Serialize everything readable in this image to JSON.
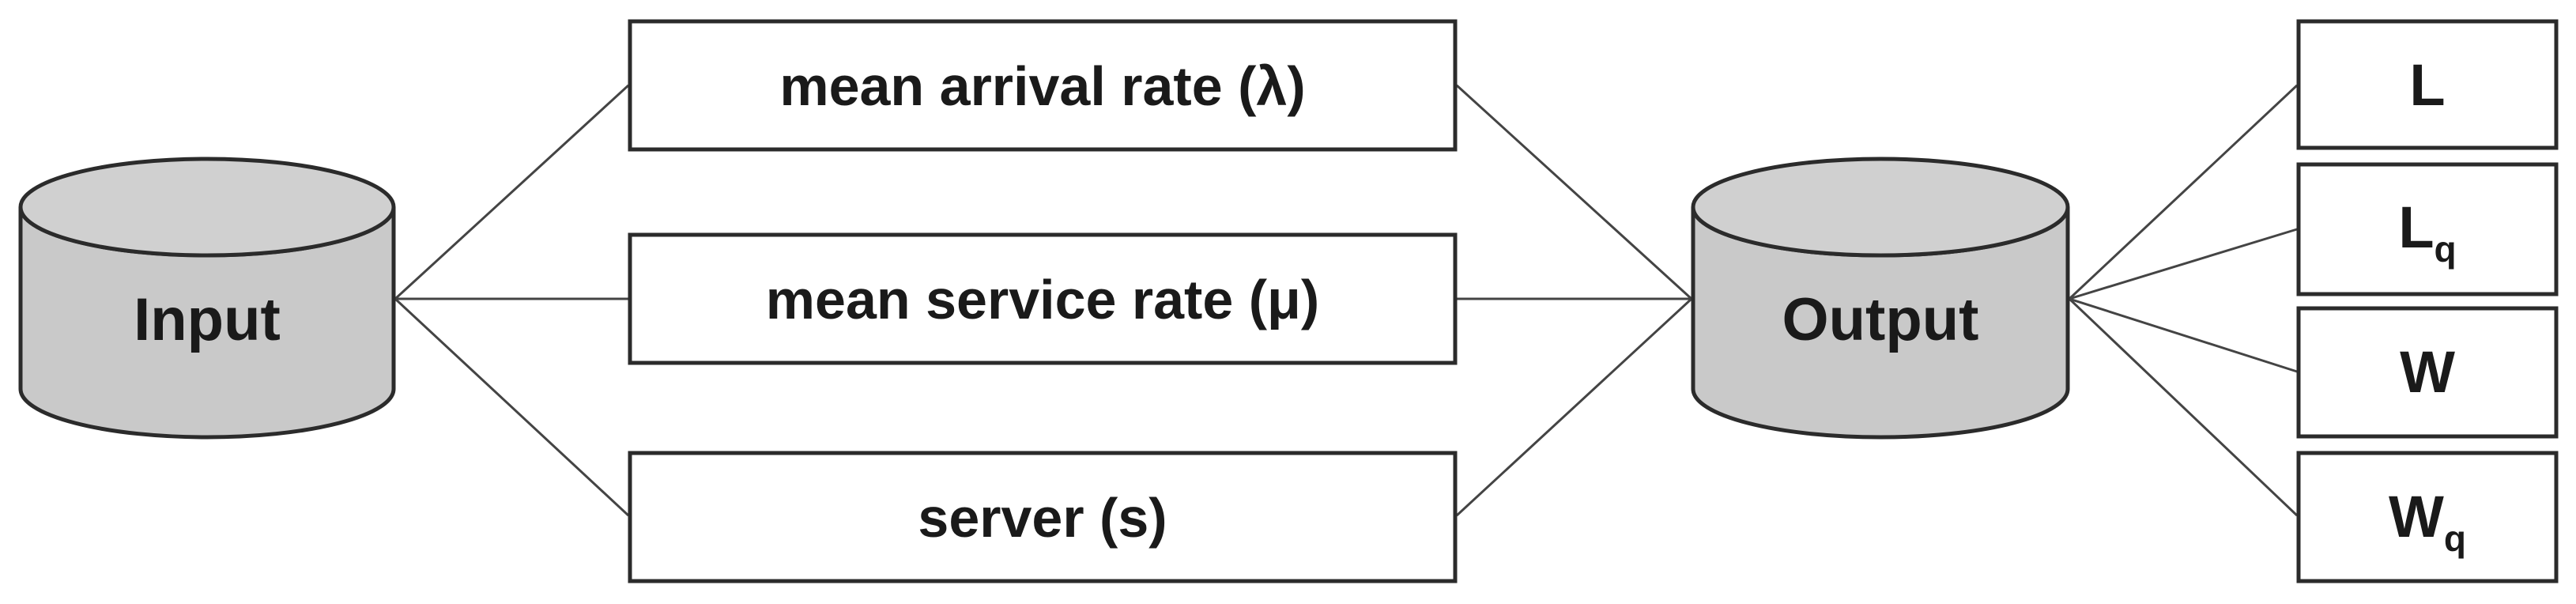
{
  "input": {
    "label": "Input"
  },
  "parameters": [
    {
      "label": "mean arrival rate (λ)"
    },
    {
      "label": "mean service rate (μ)"
    },
    {
      "label": "server (s)"
    }
  ],
  "output": {
    "label": "Output"
  },
  "results": [
    {
      "main": "L",
      "sub": ""
    },
    {
      "main": "L",
      "sub": "q"
    },
    {
      "main": "W",
      "sub": ""
    },
    {
      "main": "W",
      "sub": "q"
    }
  ],
  "colors": {
    "cylinder_fill": "#c9c9c9",
    "stroke": "#2b2b2b",
    "connector": "#444444"
  }
}
